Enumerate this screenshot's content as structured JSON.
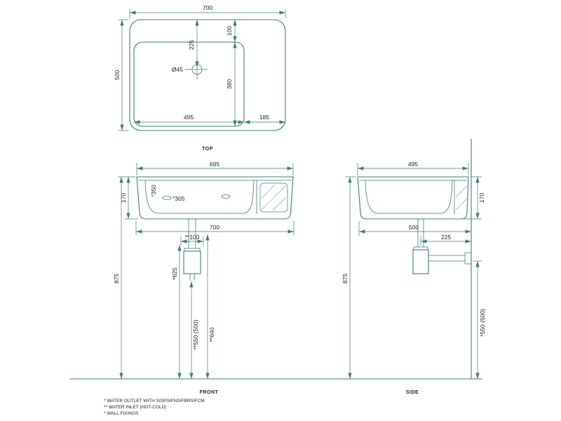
{
  "meta": {
    "line_color": "#3E7D76",
    "text_color": "#1C1C1C",
    "background_color": "#FFFFFF"
  },
  "top_view": {
    "label": "TOP",
    "overall_width": "700",
    "overall_depth": "500",
    "bowl_top_offset": "100",
    "tap_hole_offset": "225",
    "tap_hole_diameter": "Ø45",
    "bowl_length": "380",
    "bowl_width": "495",
    "deck_width": "185"
  },
  "front_view": {
    "label": "FRONT",
    "top_width": "695",
    "basin_height": "170",
    "overall_width": "700",
    "inlet_spacing": "**100",
    "bowl_dim_a": "°350",
    "bowl_dim_b": "°305",
    "outlet_drop": "*625",
    "rim_height": "875",
    "waste_outlet_height": "**550 (500)",
    "inlet_height": "**640"
  },
  "side_view": {
    "label": "SIDE",
    "top_depth": "495",
    "basin_height": "170",
    "overall_depth": "500",
    "trap_to_wall": "225",
    "rim_height": "875",
    "wall_outlet_height": "*550 (500)"
  },
  "notes": {
    "line1": "*  WATER OUTLET WITH SISPSIFNSIFBRSIFCM",
    "line2": "** WATER INLET  (HOT-COLD)",
    "line3": "*  WALL FIXINGS"
  }
}
